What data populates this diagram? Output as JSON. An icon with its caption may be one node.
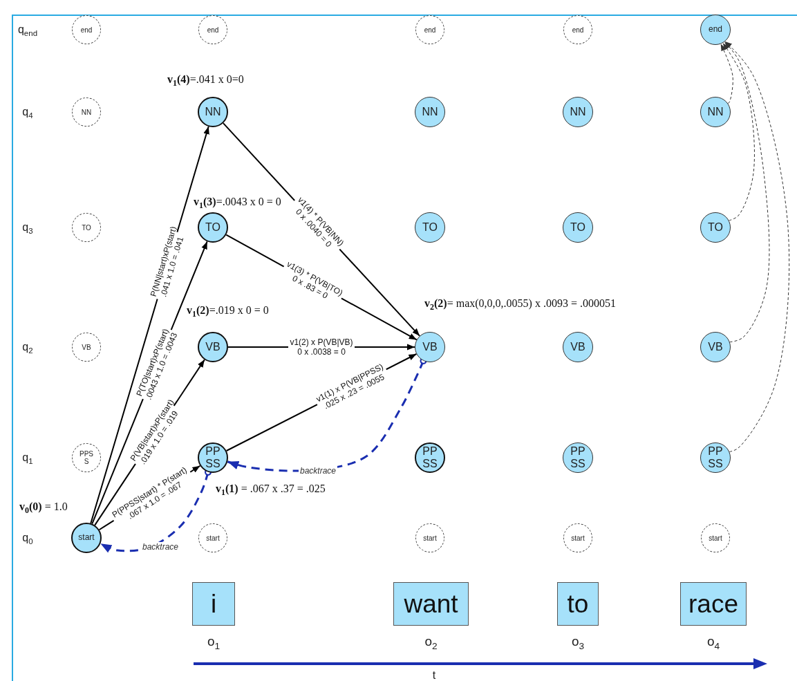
{
  "diagram": {
    "nodes": [
      {
        "text": [
          "end"
        ]
      },
      {
        "text": [
          "end"
        ]
      },
      {
        "text": [
          "end"
        ]
      },
      {
        "text": [
          "end"
        ]
      },
      {
        "text": [
          "end"
        ]
      },
      {
        "text": [
          "NN"
        ]
      },
      {
        "text": [
          "NN"
        ],
        "beside": [
          "**v**$_{1}$**(4)**=.041 x 0=0"
        ]
      },
      {
        "text": [
          "NN"
        ]
      },
      {
        "text": [
          "NN"
        ]
      },
      {
        "text": [
          "NN"
        ]
      },
      {
        "text": [
          "TO"
        ]
      },
      {
        "text": [
          "TO"
        ],
        "beside": [
          "**v**$_{1}$**(3)**=.0043 x 0 = 0"
        ]
      },
      {
        "text": [
          "TO"
        ]
      },
      {
        "text": [
          "TO"
        ]
      },
      {
        "text": [
          "TO"
        ]
      },
      {
        "text": [
          "VB"
        ]
      },
      {
        "text": [
          "VB"
        ],
        "beside": [
          "**v**$_{1}$**(2)**=.019 x 0 = 0"
        ]
      },
      {
        "text": [
          "VB"
        ],
        "beside": [
          "**v**$_{2}$**(2)**= max(0,0,0,.0055) x .0093 = .000051"
        ]
      },
      {
        "text": [
          "VB"
        ]
      },
      {
        "text": [
          "VB"
        ]
      },
      {
        "text": [
          "PPSS"
        ]
      },
      {
        "text": [
          "PPSS"
        ],
        "beside": [
          "**v**$_{1}$**(1)** = .067 x .37 = .025"
        ]
      },
      {
        "text": [
          "PPSS"
        ]
      },
      {
        "text": [
          "PPSS"
        ]
      },
      {
        "text": [
          "PPSS"
        ]
      },
      {
        "text": [
          "start"
        ],
        "beside": [
          "**v**$_{0}$**(0)** = 1.0"
        ]
      },
      {
        "text": [
          "start"
        ]
      },
      {
        "text": [
          "start"
        ]
      },
      {
        "text": [
          "start"
        ]
      },
      {
        "text": [
          "start"
        ]
      },
      {
        "text": [
          "i"
        ],
        "beside": [
          "o$_{1}$"
        ]
      },
      {
        "text": [
          "want"
        ],
        "beside": [
          "o$_{2}$"
        ]
      },
      {
        "text": [
          "to"
        ],
        "beside": [
          "o$_{3}$"
        ]
      },
      {
        "text": [
          "race"
        ],
        "beside": [
          "o$_{4}$"
        ]
      }
    ],
    "edges": [
      {
        "from": 25,
        "to": 6,
        "arrow": "to",
        "label": "P(NN|start)xP(start) .041 x 1.0 = .041"
      },
      {
        "from": 25,
        "to": 11,
        "arrow": "to",
        "label": "P(TO|start)xP(start) .0043 x 1.0 = .0043"
      },
      {
        "from": 25,
        "to": 16,
        "arrow": "to",
        "label": "P(VB|start)xP(start) .019 x 1.0 = .019"
      },
      {
        "from": 25,
        "to": 21,
        "arrow": "to",
        "label": "P(PPSS|start) * P(start) .067 x 1.0 = .067"
      },
      {
        "from": 6,
        "to": 17,
        "arrow": "to",
        "label": "v1(4) * P(VB|NN) 0 x .0040 = 0"
      },
      {
        "from": 11,
        "to": 17,
        "arrow": "to",
        "label": "v1(3) * P(VB|TO) 0 x .83 = 0"
      },
      {
        "from": 16,
        "to": 17,
        "arrow": "to",
        "label": "v1(2) x P(VB|VB) 0 x .0038 = 0"
      },
      {
        "from": 21,
        "to": 17,
        "arrow": "to",
        "label": "v1(1) x P(VB|PPSS) .025 x .23 = .0055"
      },
      {
        "from": 17,
        "to": 21,
        "arrow": "to",
        "label": "backtrace",
        "style": "dashed",
        "color": "#1a2eb0"
      },
      {
        "from": 21,
        "to": 25,
        "arrow": "to",
        "label": "backtrace",
        "style": "dashed",
        "color": "#1a2eb0"
      },
      {
        "from": 9,
        "to": 4,
        "arrow": "to",
        "style": "dashed"
      },
      {
        "from": 14,
        "to": 4,
        "arrow": "to",
        "style": "dashed"
      },
      {
        "from": 19,
        "to": 4,
        "arrow": "to",
        "style": "dashed"
      },
      {
        "from": 24,
        "to": 4,
        "arrow": "to",
        "style": "dashed"
      }
    ],
    "labels": [
      "q$_{end}$",
      "q$_{4}$",
      "q$_{3}$",
      "q$_{2}$",
      "q$_{1}$",
      "q$_{0}$",
      "t"
    ]
  }
}
